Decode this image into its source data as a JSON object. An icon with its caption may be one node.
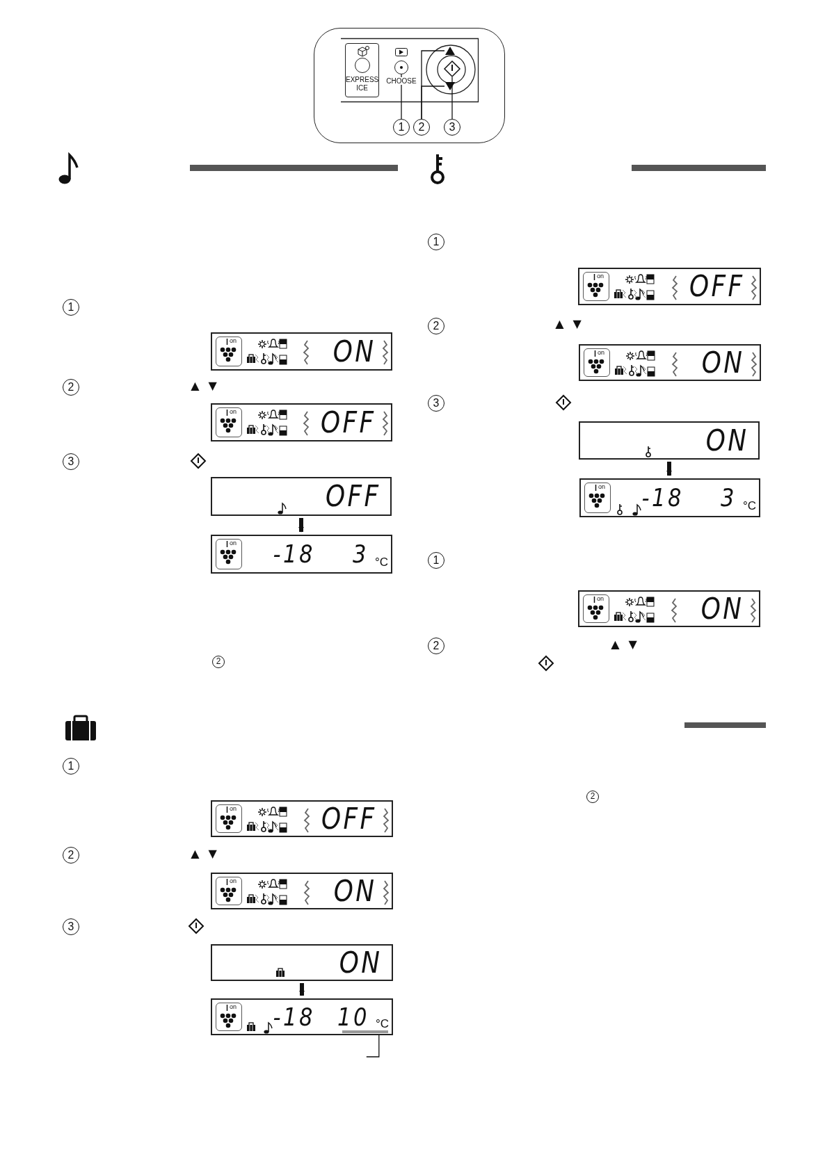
{
  "diagram": {
    "nodes": [
      {
        "text": [
          "EXPRESS ICE"
        ]
      },
      {
        "text": [],
        "shape": "circle",
        "beside": [
          "CHOOSE"
        ]
      },
      {
        "text": [],
        "shape": "triangle"
      },
      {
        "text": [],
        "shape": "triangle"
      },
      {
        "text": [],
        "shape": "diamond"
      },
      {
        "text": [
          "1"
        ]
      },
      {
        "text": [
          "2"
        ]
      },
      {
        "text": [
          "3"
        ]
      },
      {
        "text": [
          "on",
          "ON"
        ]
      },
      {
        "text": [
          "on",
          "OFF"
        ]
      },
      {
        "text": [
          "OFF"
        ]
      },
      {
        "text": [
          "on",
          "-18",
          "3",
          "°C"
        ]
      },
      {
        "text": [
          "on",
          "OFF"
        ]
      },
      {
        "text": [
          "on",
          "ON"
        ]
      },
      {
        "text": [
          "ON"
        ]
      },
      {
        "text": [
          "on",
          "-18",
          "10",
          "°C"
        ]
      },
      {
        "text": [],
        "shape": "bar",
        "in": 15
      },
      {
        "text": [
          "on",
          "OFF"
        ]
      },
      {
        "text": [
          "on",
          "ON"
        ]
      },
      {
        "text": [
          "ON"
        ]
      },
      {
        "text": [
          "on",
          "-18",
          "3",
          "°C"
        ]
      },
      {
        "text": [
          "on",
          "ON"
        ]
      }
    ],
    "edges": [
      {
        "from": 5,
        "to": 1,
        "arrow": "none"
      },
      {
        "from": 6,
        "to": 2,
        "arrow": "none"
      },
      {
        "from": 6,
        "to": 3,
        "arrow": "none"
      },
      {
        "from": 7,
        "to": 4,
        "arrow": "none"
      },
      {
        "from": 10,
        "to": 11,
        "arrow": "to",
        "style": "thick"
      },
      {
        "from": 14,
        "to": 15,
        "arrow": "to",
        "style": "thick"
      },
      {
        "from": null,
        "to": 16,
        "arrow": "none"
      },
      {
        "from": 19,
        "to": 20,
        "arrow": "to",
        "style": "thick"
      }
    ],
    "labels": [
      "1",
      "2",
      "▲ ▼",
      "3",
      "2",
      "1",
      "2",
      "▲ ▼",
      "3",
      "1",
      "2",
      "▲ ▼",
      "3",
      "1",
      "2",
      "▲ ▼",
      "2"
    ]
  }
}
